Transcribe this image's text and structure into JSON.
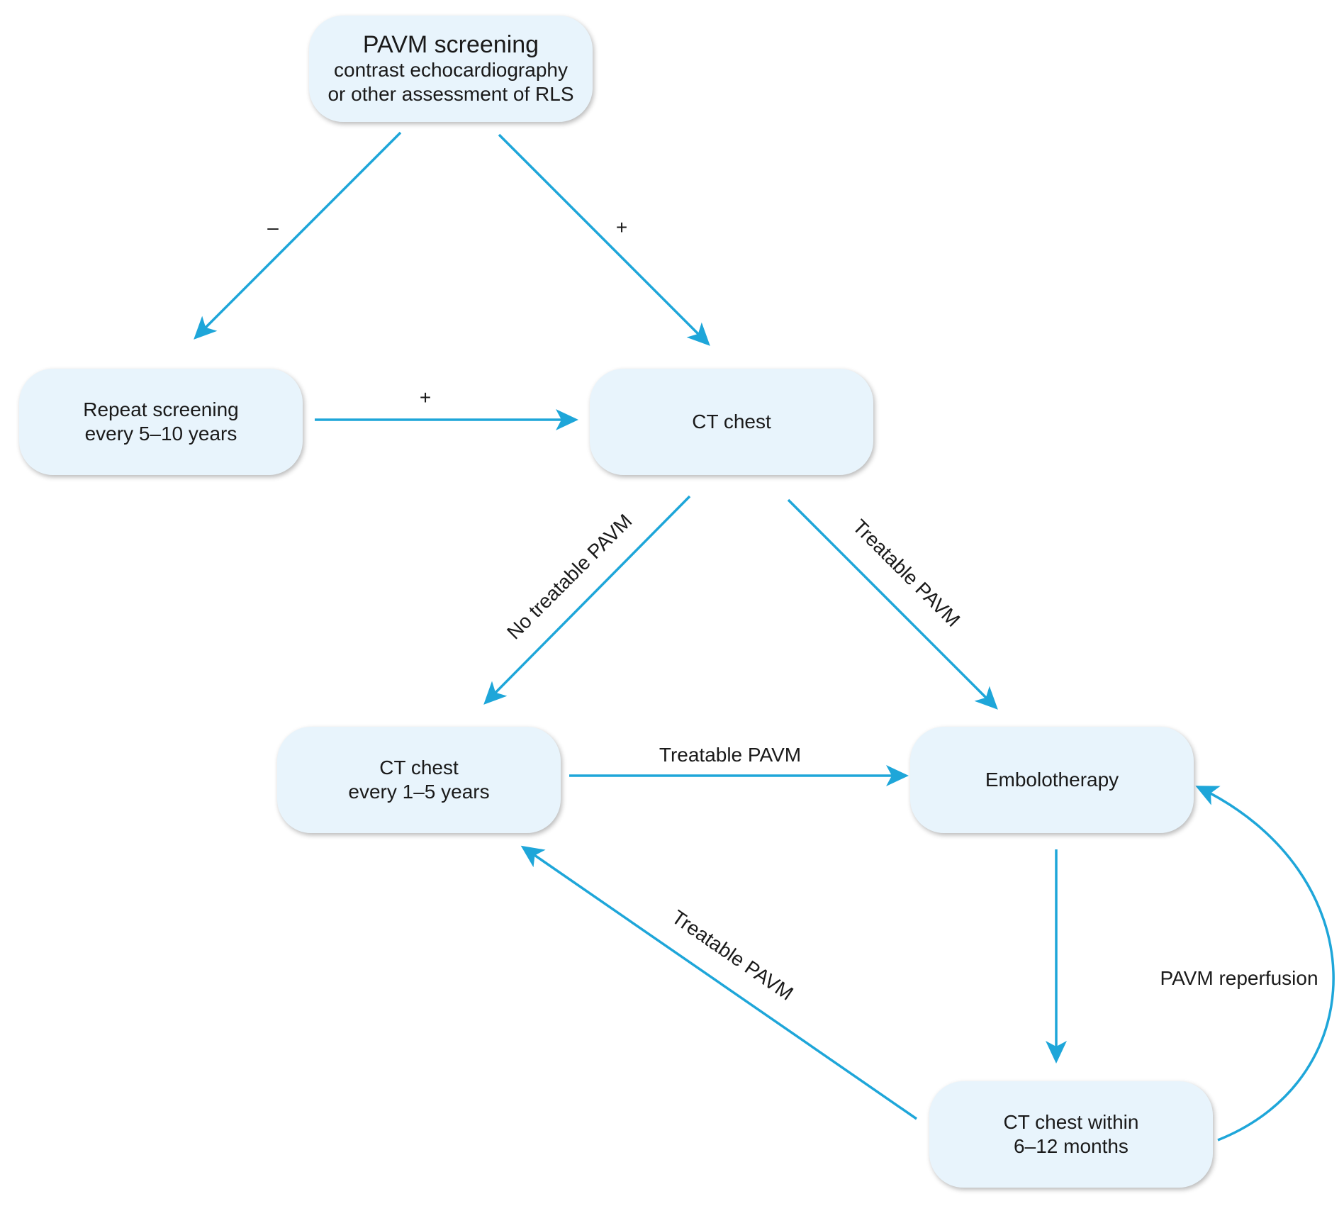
{
  "colors": {
    "node_fill": "#e8f4fc",
    "arrow": "#1ea6d9",
    "text": "#1a1a1a"
  },
  "nodes": {
    "screening": {
      "title": "PAVM screening",
      "line2": "contrast echocardiography",
      "line3": "or other assessment of RLS"
    },
    "repeat_screening": {
      "line1": "Repeat screening",
      "line2": "every 5–10 years"
    },
    "ct_chest": {
      "line1": "CT chest"
    },
    "ct_chest_periodic": {
      "line1": "CT chest",
      "line2": "every 1–5 years"
    },
    "embolotherapy": {
      "line1": "Embolotherapy"
    },
    "ct_followup": {
      "line1": "CT chest within",
      "line2": "6–12 months"
    }
  },
  "edges": {
    "screen_negative": "–",
    "screen_positive": "+",
    "repeat_positive": "+",
    "no_treatable": "No treatable PAVM",
    "treatable_to_embo": "Treatable PAVM",
    "periodic_treatable": "Treatable PAVM",
    "followup_treatable": "Treatable PAVM",
    "reperfusion": "PAVM reperfusion"
  }
}
